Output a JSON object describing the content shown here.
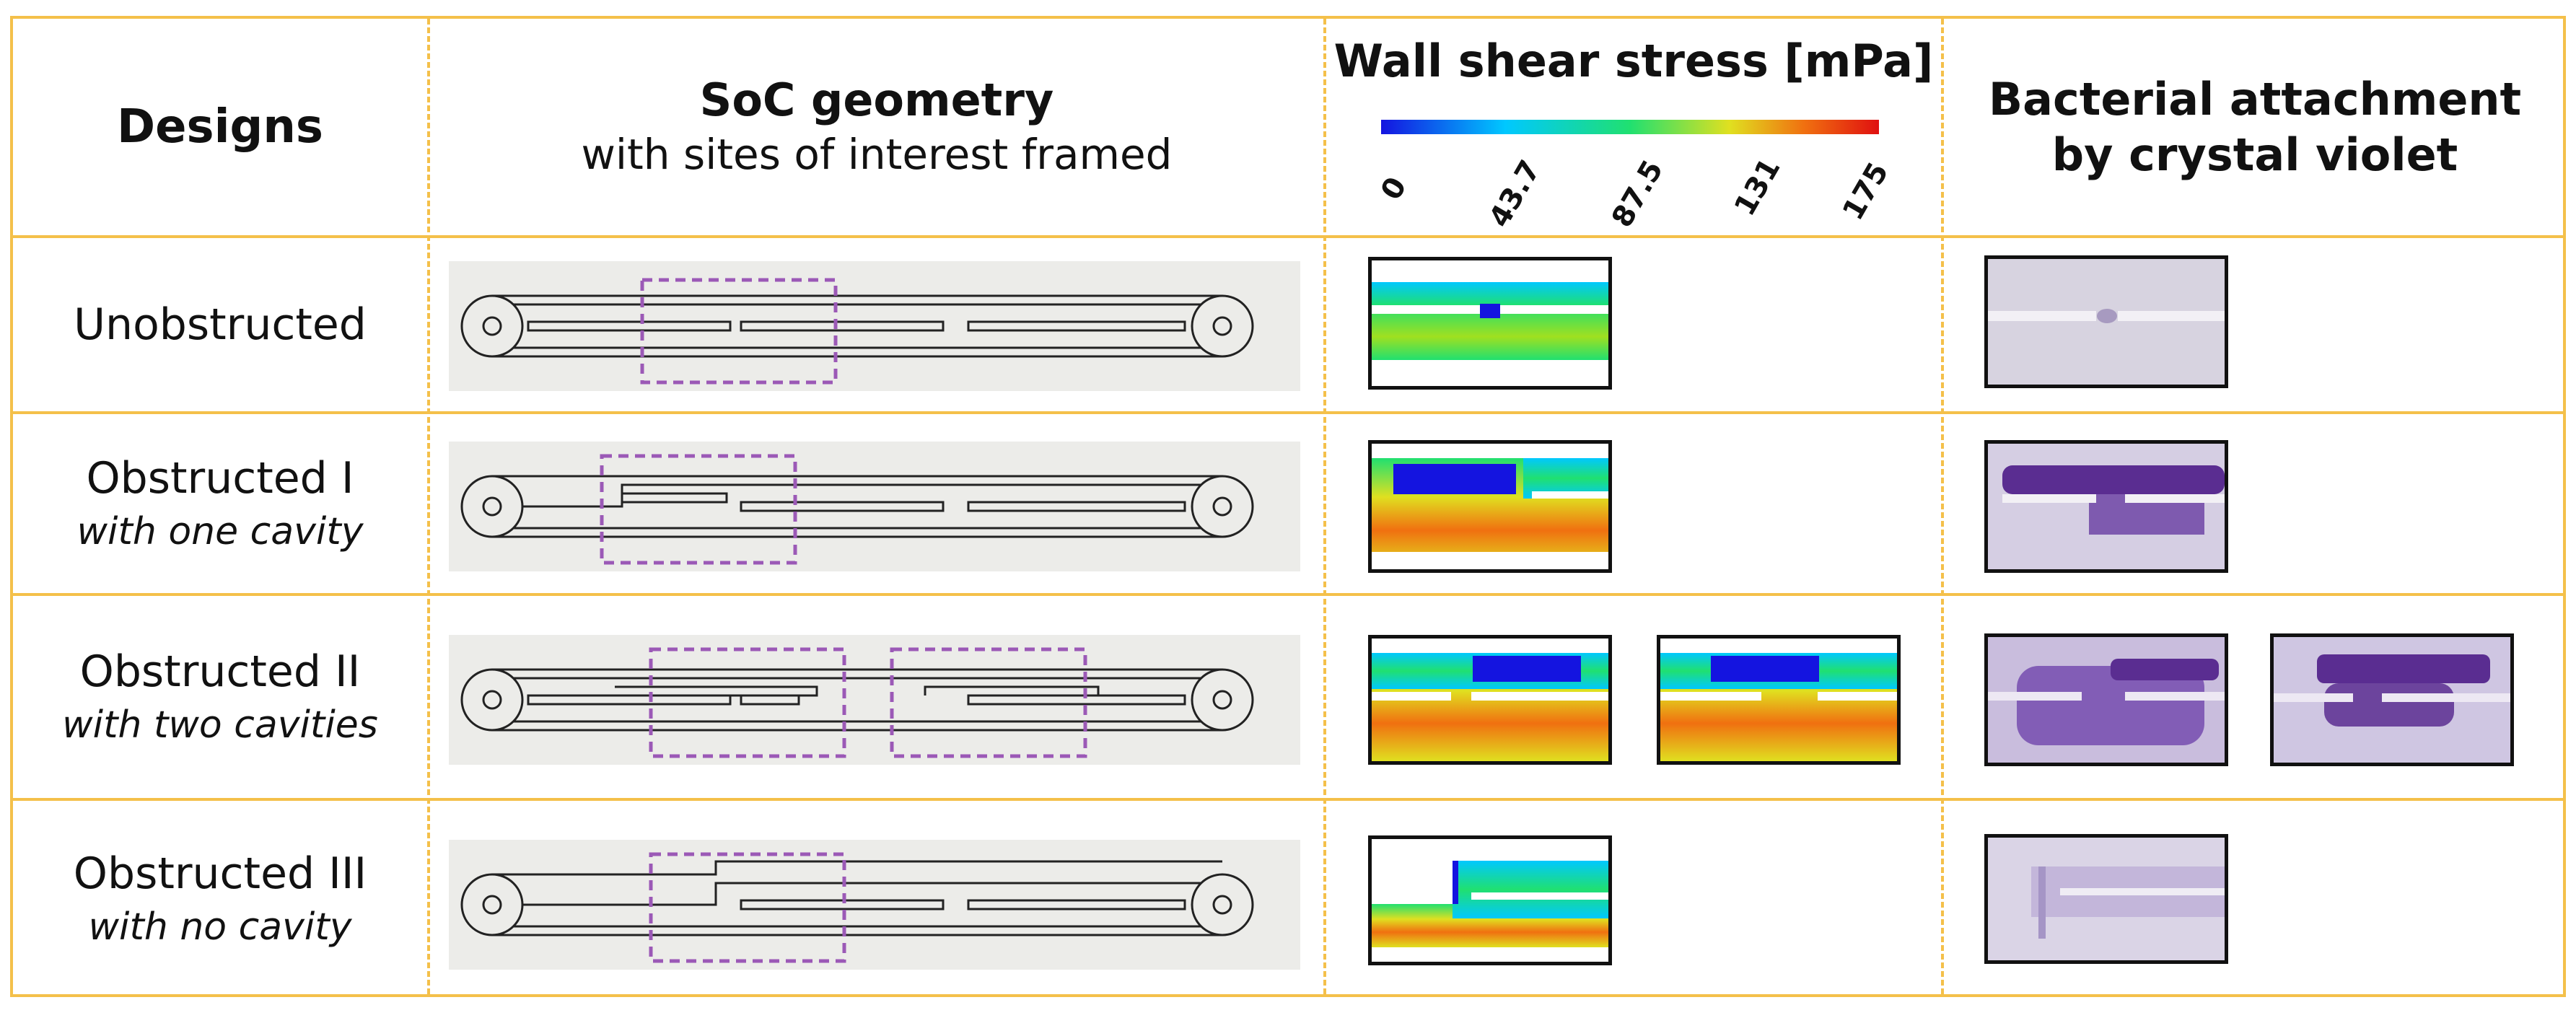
{
  "header": {
    "designs": "Designs",
    "geometry_title": "SoC geometry",
    "geometry_sub": "with sites of interest framed",
    "wss_title": "Wall shear stress [mPa]",
    "wss_ticks": [
      "0",
      "43.7",
      "87.5",
      "131",
      "175"
    ],
    "bact_line1": "Bacterial attachment",
    "bact_line2": "by crystal violet"
  },
  "rows": [
    {
      "name": "Unobstructed",
      "sub": ""
    },
    {
      "name": "Obstructed I",
      "sub": "with one cavity"
    },
    {
      "name": "Obstructed II",
      "sub": "with two cavities"
    },
    {
      "name": "Obstructed III",
      "sub": "with no cavity"
    }
  ],
  "colors": {
    "grid": "#F4C04A",
    "frame": "#9B59B6",
    "colormap": [
      "#1414E0",
      "#00C8FF",
      "#20E070",
      "#E0E020",
      "#F07010",
      "#E01010"
    ],
    "violet": "#5A2D91"
  }
}
